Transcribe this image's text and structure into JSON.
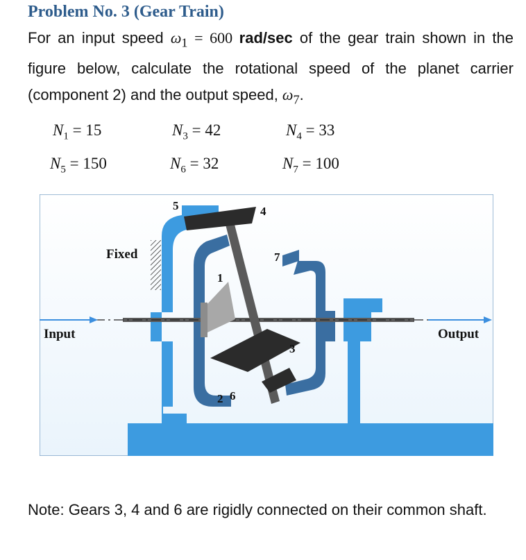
{
  "title": "Problem No. 3 (Gear Train)",
  "problem": {
    "intro_1": "For an input speed ",
    "omega1_symbol": "ω",
    "omega1_sub": "1",
    "equals_value": " = 600 ",
    "unit": "rad/sec",
    "intro_2": " of the gear train shown in the figure below, calculate the rotational speed of the planet carrier (component 2) and the output speed, ",
    "omega7_symbol": "ω",
    "omega7_sub": "7",
    "period": "."
  },
  "teeth": [
    {
      "sym": "N",
      "sub": "1",
      "val": " = 15"
    },
    {
      "sym": "N",
      "sub": "3",
      "val": " = 42"
    },
    {
      "sym": "N",
      "sub": "4",
      "val": " = 33"
    },
    {
      "sym": "N",
      "sub": "5",
      "val": " = 150"
    },
    {
      "sym": "N",
      "sub": "6",
      "val": " = 32"
    },
    {
      "sym": "N",
      "sub": "7",
      "val": " = 100"
    }
  ],
  "figure": {
    "fixed_label": "Fixed",
    "input_label": "Input",
    "output_label": "Output",
    "gear_labels": [
      "5",
      "4",
      "1",
      "7",
      "3",
      "2",
      "6"
    ],
    "colors": {
      "frame": "#3d9be0",
      "carrier": "#3a6ea1",
      "shaft": "#5a5a5a",
      "gear": "#2b2b2b",
      "sun": "#a8a8a8",
      "arrow": "#3c8fdf"
    }
  },
  "note": "Note: Gears 3, 4 and 6 are rigidly connected on their common shaft."
}
